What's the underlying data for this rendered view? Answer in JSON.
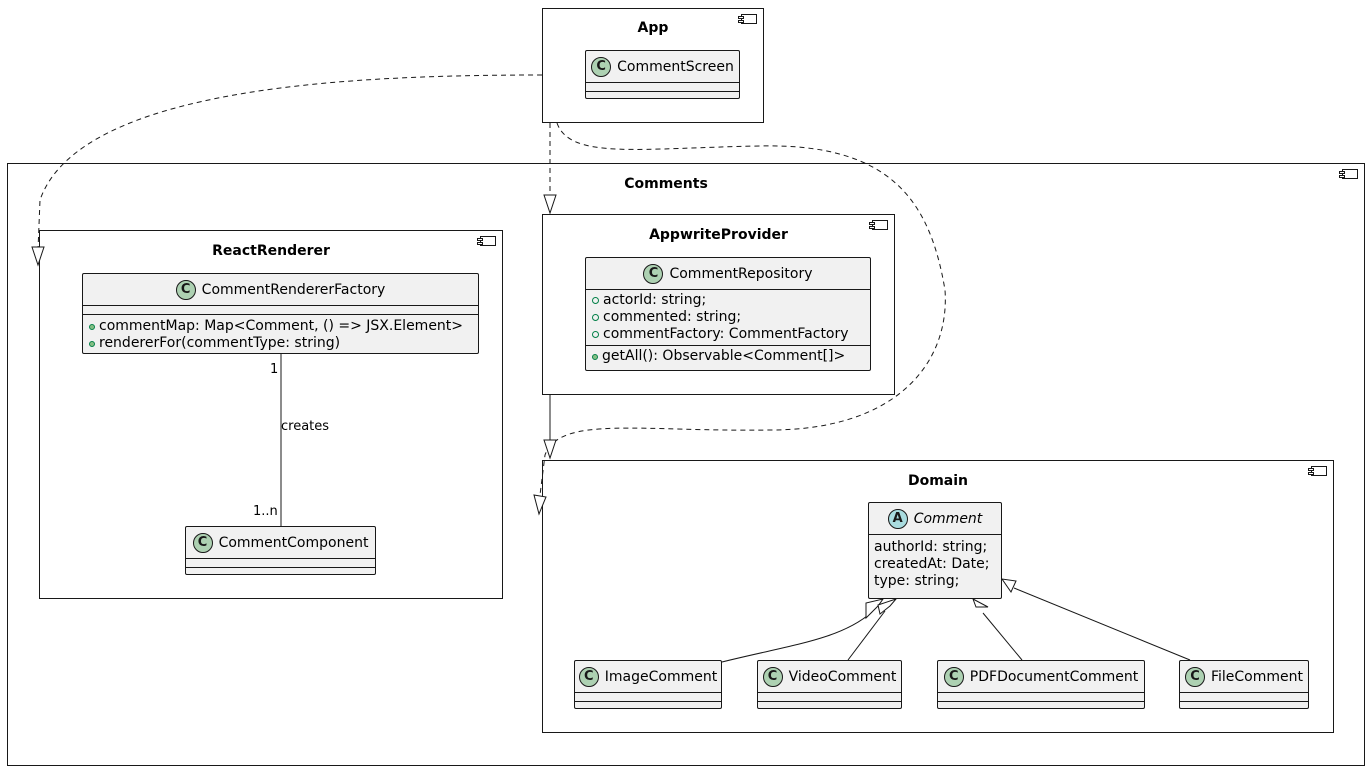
{
  "packages": {
    "app": {
      "title": "App"
    },
    "comments": {
      "title": "Comments"
    },
    "react_renderer": {
      "title": "ReactRenderer"
    },
    "appwrite_provider": {
      "title": "AppwriteProvider"
    },
    "domain": {
      "title": "Domain"
    }
  },
  "classes": {
    "comment_screen": {
      "stereotype": "C",
      "name": "CommentScreen"
    },
    "comment_renderer_factory": {
      "stereotype": "C",
      "name": "CommentRendererFactory",
      "members": [
        "commentMap: Map<Comment, () => JSX.Element>",
        "rendererFor(commentType: string)"
      ]
    },
    "comment_component": {
      "stereotype": "C",
      "name": "CommentComponent"
    },
    "comment_repository": {
      "stereotype": "C",
      "name": "CommentRepository",
      "fields": [
        "actorId: string;",
        "commented: string;",
        "commentFactory: CommentFactory"
      ],
      "methods": [
        "getAll(): Observable<Comment[]>"
      ]
    },
    "comment": {
      "stereotype": "A",
      "name": "Comment",
      "fields": [
        "authorId: string;",
        "createdAt: Date;",
        "type: string;"
      ]
    },
    "image_comment": {
      "stereotype": "C",
      "name": "ImageComment"
    },
    "video_comment": {
      "stereotype": "C",
      "name": "VideoComment"
    },
    "pdf_document_comment": {
      "stereotype": "C",
      "name": "PDFDocumentComment"
    },
    "file_comment": {
      "stereotype": "C",
      "name": "FileComment"
    }
  },
  "associations": {
    "creates": {
      "label": "creates",
      "source_multiplicity": "1",
      "target_multiplicity": "1..n"
    }
  },
  "colors": {
    "class_fill": "#f1f1f1",
    "class_stereotype": "#add1b2",
    "abstract_stereotype": "#a9dcdf",
    "line": "#181818"
  }
}
